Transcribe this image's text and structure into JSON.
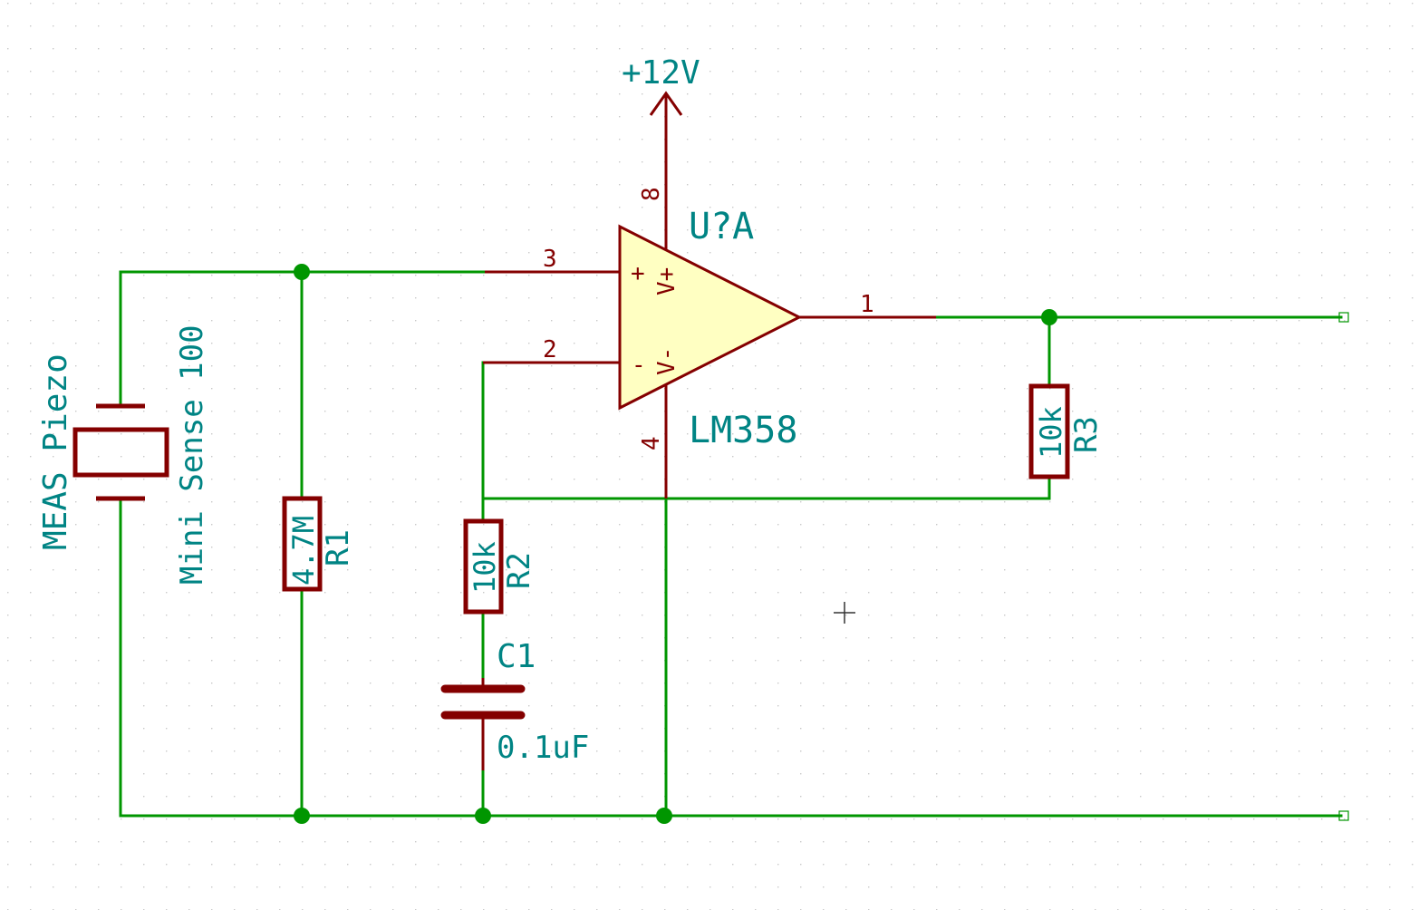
{
  "power": {
    "label": "+12V",
    "pin": "8"
  },
  "opamp": {
    "ref": "U?A",
    "value": "LM358",
    "fill": "#ffffc2",
    "plus_sign": "+",
    "minus_sign": "-",
    "vplus": "V+",
    "vminus": "V-",
    "pins": {
      "in_plus": "3",
      "in_minus": "2",
      "out": "1",
      "gnd": "4"
    }
  },
  "piezo": {
    "ref": "MEAS Piezo",
    "value": "Mini Sense 100"
  },
  "r1": {
    "value": "4.7M",
    "ref": "R1"
  },
  "r2": {
    "value": "10k",
    "ref": "R2"
  },
  "r3": {
    "value": "10k",
    "ref": "R3"
  },
  "c1": {
    "ref": "C1",
    "value": "0.1uF"
  },
  "colors": {
    "wire": "#009600",
    "component": "#840000",
    "text": "#008484",
    "grid_dot": "#c8c8c8"
  }
}
